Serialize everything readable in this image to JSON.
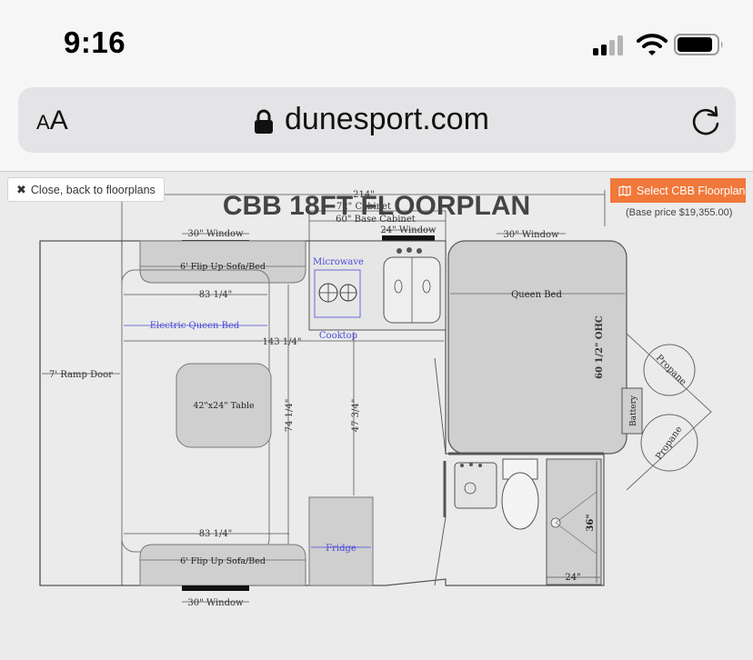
{
  "status_bar": {
    "time": "9:16"
  },
  "browser": {
    "text_size_label": "AA",
    "domain": "dunesport.com"
  },
  "page": {
    "close_label": "Close, back to floorplans",
    "select_label": "Select CBB Floorplan",
    "base_price": "(Base price $19,355.00)",
    "title": "CBB 18FT FLOORPLAN"
  },
  "floorplan": {
    "overall_width": "214\"",
    "cabinet_upper": "72\" Cabinet",
    "base_cabinet": "60\" Base Cabinet",
    "window_24": "24\" Window",
    "window_30_top_left": "30\" Window",
    "window_30_top_right": "30\" Window",
    "window_30_bottom": "30\" Window",
    "sofa_top": "6' Flip Up Sofa/Bed",
    "sofa_bottom": "6' Flip Up Sofa/Bed",
    "dim_83_top": "83 1/4\"",
    "dim_83_bottom": "83 1/4\"",
    "electric_bed": "Electric Queen Bed",
    "dim_143": "143 1/4\"",
    "ramp_door": "7' Ramp Door",
    "table": "42\"x24\" Table",
    "dim_74": "74 1/4\"",
    "dim_47": "47 3/4\"",
    "microwave": "Microwave",
    "cooktop": "Cooktop",
    "fridge": "Fridge",
    "queen_bed": "Queen Bed",
    "ohc": "60 1/2\" OHC",
    "battery": "Battery",
    "propane_top": "Propane",
    "propane_bottom": "Propane",
    "dim_36": "36\"",
    "dim_24": "24\""
  },
  "colors": {
    "accent_orange": "#f0783a",
    "plan_blue": "#4a4ad8",
    "plan_gray": "#cfcfcf"
  }
}
